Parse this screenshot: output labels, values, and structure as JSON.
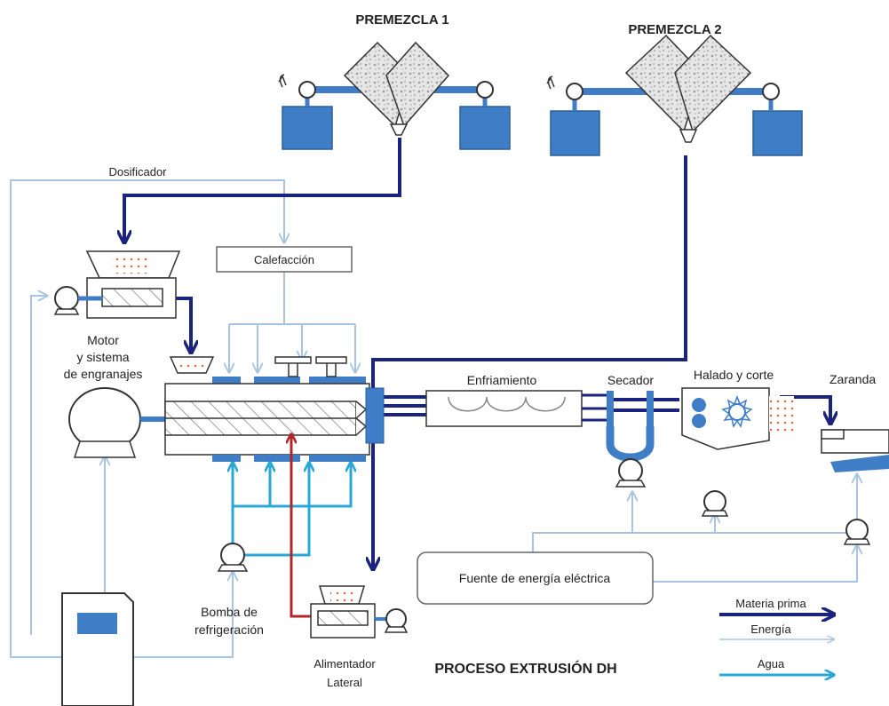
{
  "title": "PROCESO EXTRUSIÓN DH",
  "labels": {
    "premix1": "PREMEZCLA 1",
    "premix2": "PREMEZCLA 2",
    "dosifier": "Dosificador",
    "heating": "Calefacción",
    "motor_l1": "Motor",
    "motor_l2": "y sistema",
    "motor_l3": "de engranajes",
    "cooling": "Enfriamiento",
    "dryer": "Secador",
    "pulling": "Halado y corte",
    "screen": "Zaranda",
    "power": "Fuente de energía eléctrica",
    "pump_l1": "Bomba de",
    "pump_l2": "refrigeración",
    "feeder_l1": "Alimentador",
    "feeder_l2": "Lateral"
  },
  "legend": {
    "raw_material": "Materia prima",
    "energy": "Energía",
    "water": "Agua"
  },
  "colors": {
    "raw_material": "#1a237e",
    "energy": "#a9c4e3",
    "water": "#29a8d8",
    "equipment": "#3f7ec6",
    "side_feed": "#b0282c"
  }
}
